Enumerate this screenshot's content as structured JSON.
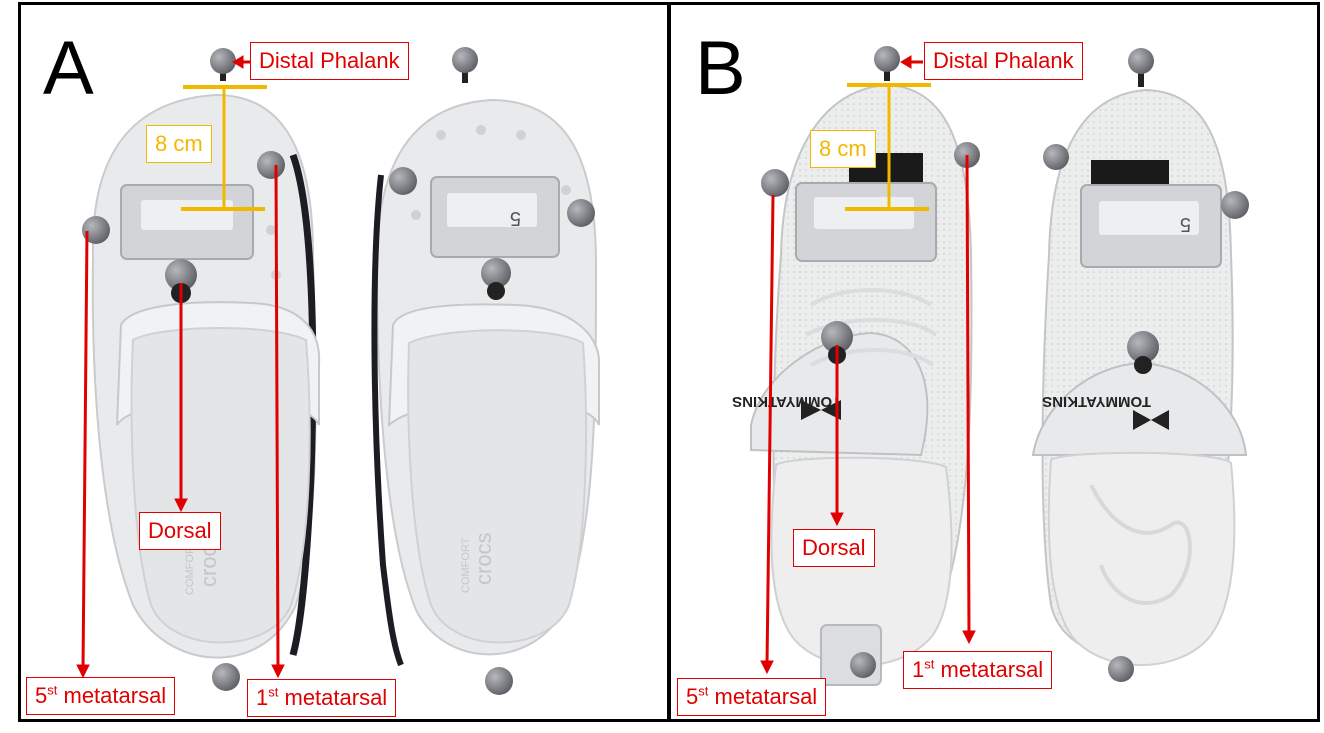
{
  "panel_a": {
    "letter": "A",
    "distal_label": "Distal Phalank",
    "scale_label": "8 cm",
    "dorsal_label": "Dorsal",
    "fifth_meta": {
      "number": "5",
      "suffix": "st",
      "text": " metatarsal"
    },
    "first_meta": {
      "number": "1",
      "suffix": "st",
      "text": " metatarsal"
    },
    "shoe_brand": "crocs",
    "shoe_brand_sub": "COMFORT",
    "sensor_mark": "5"
  },
  "panel_b": {
    "letter": "B",
    "distal_label": "Distal Phalank",
    "scale_label": "8 cm",
    "dorsal_label": "Dorsal",
    "fifth_meta": {
      "number": "5",
      "suffix": "st",
      "text": " metatarsal"
    },
    "first_meta": {
      "number": "1",
      "suffix": "st",
      "text": " metatarsal"
    },
    "shoe_brand": "TOMMYATKINS",
    "sensor_mark": "5"
  },
  "colors": {
    "annotation_red": "#e00000",
    "scale_yellow": "#f2b800",
    "border": "#000000",
    "marker_gray": "#7d7f84"
  }
}
